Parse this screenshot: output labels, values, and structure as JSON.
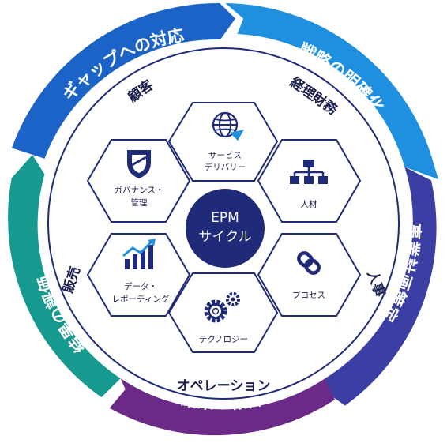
{
  "center": {
    "line1": "EPM",
    "line2": "サイクル",
    "color": "#1f2a78"
  },
  "cycle_stages": [
    {
      "label": "ギャップへの対応",
      "color": "#1b63c6"
    },
    {
      "label": "戦略の明確化",
      "color": "#1f8fe0"
    },
    {
      "label": "事業計画策定",
      "color": "#3b3fa3"
    },
    {
      "label": "結果の報告",
      "color": "#6b2a88"
    },
    {
      "label": "結果の評価",
      "color": "#16998e"
    }
  ],
  "business_areas": [
    "顧客",
    "経理財務",
    "人事",
    "オペレーション",
    "販売"
  ],
  "capabilities": [
    {
      "line1": "サービス",
      "line2": "デリバリー",
      "icon": "globe-icon"
    },
    {
      "line1": "人材",
      "line2": "",
      "icon": "org-chart-icon"
    },
    {
      "line1": "プロセス",
      "line2": "",
      "icon": "chain-link-icon"
    },
    {
      "line1": "テクノロジー",
      "line2": "",
      "icon": "gears-icon"
    },
    {
      "line1": "データ・",
      "line2": "レポーティング",
      "icon": "bar-chart-icon"
    },
    {
      "line1": "ガバナンス・",
      "line2": "管理",
      "icon": "shield-icon"
    }
  ],
  "colors": {
    "text": "#1a1f4d",
    "hex_stroke": "#1f2a78",
    "ring_stroke": "#1f2a78"
  }
}
